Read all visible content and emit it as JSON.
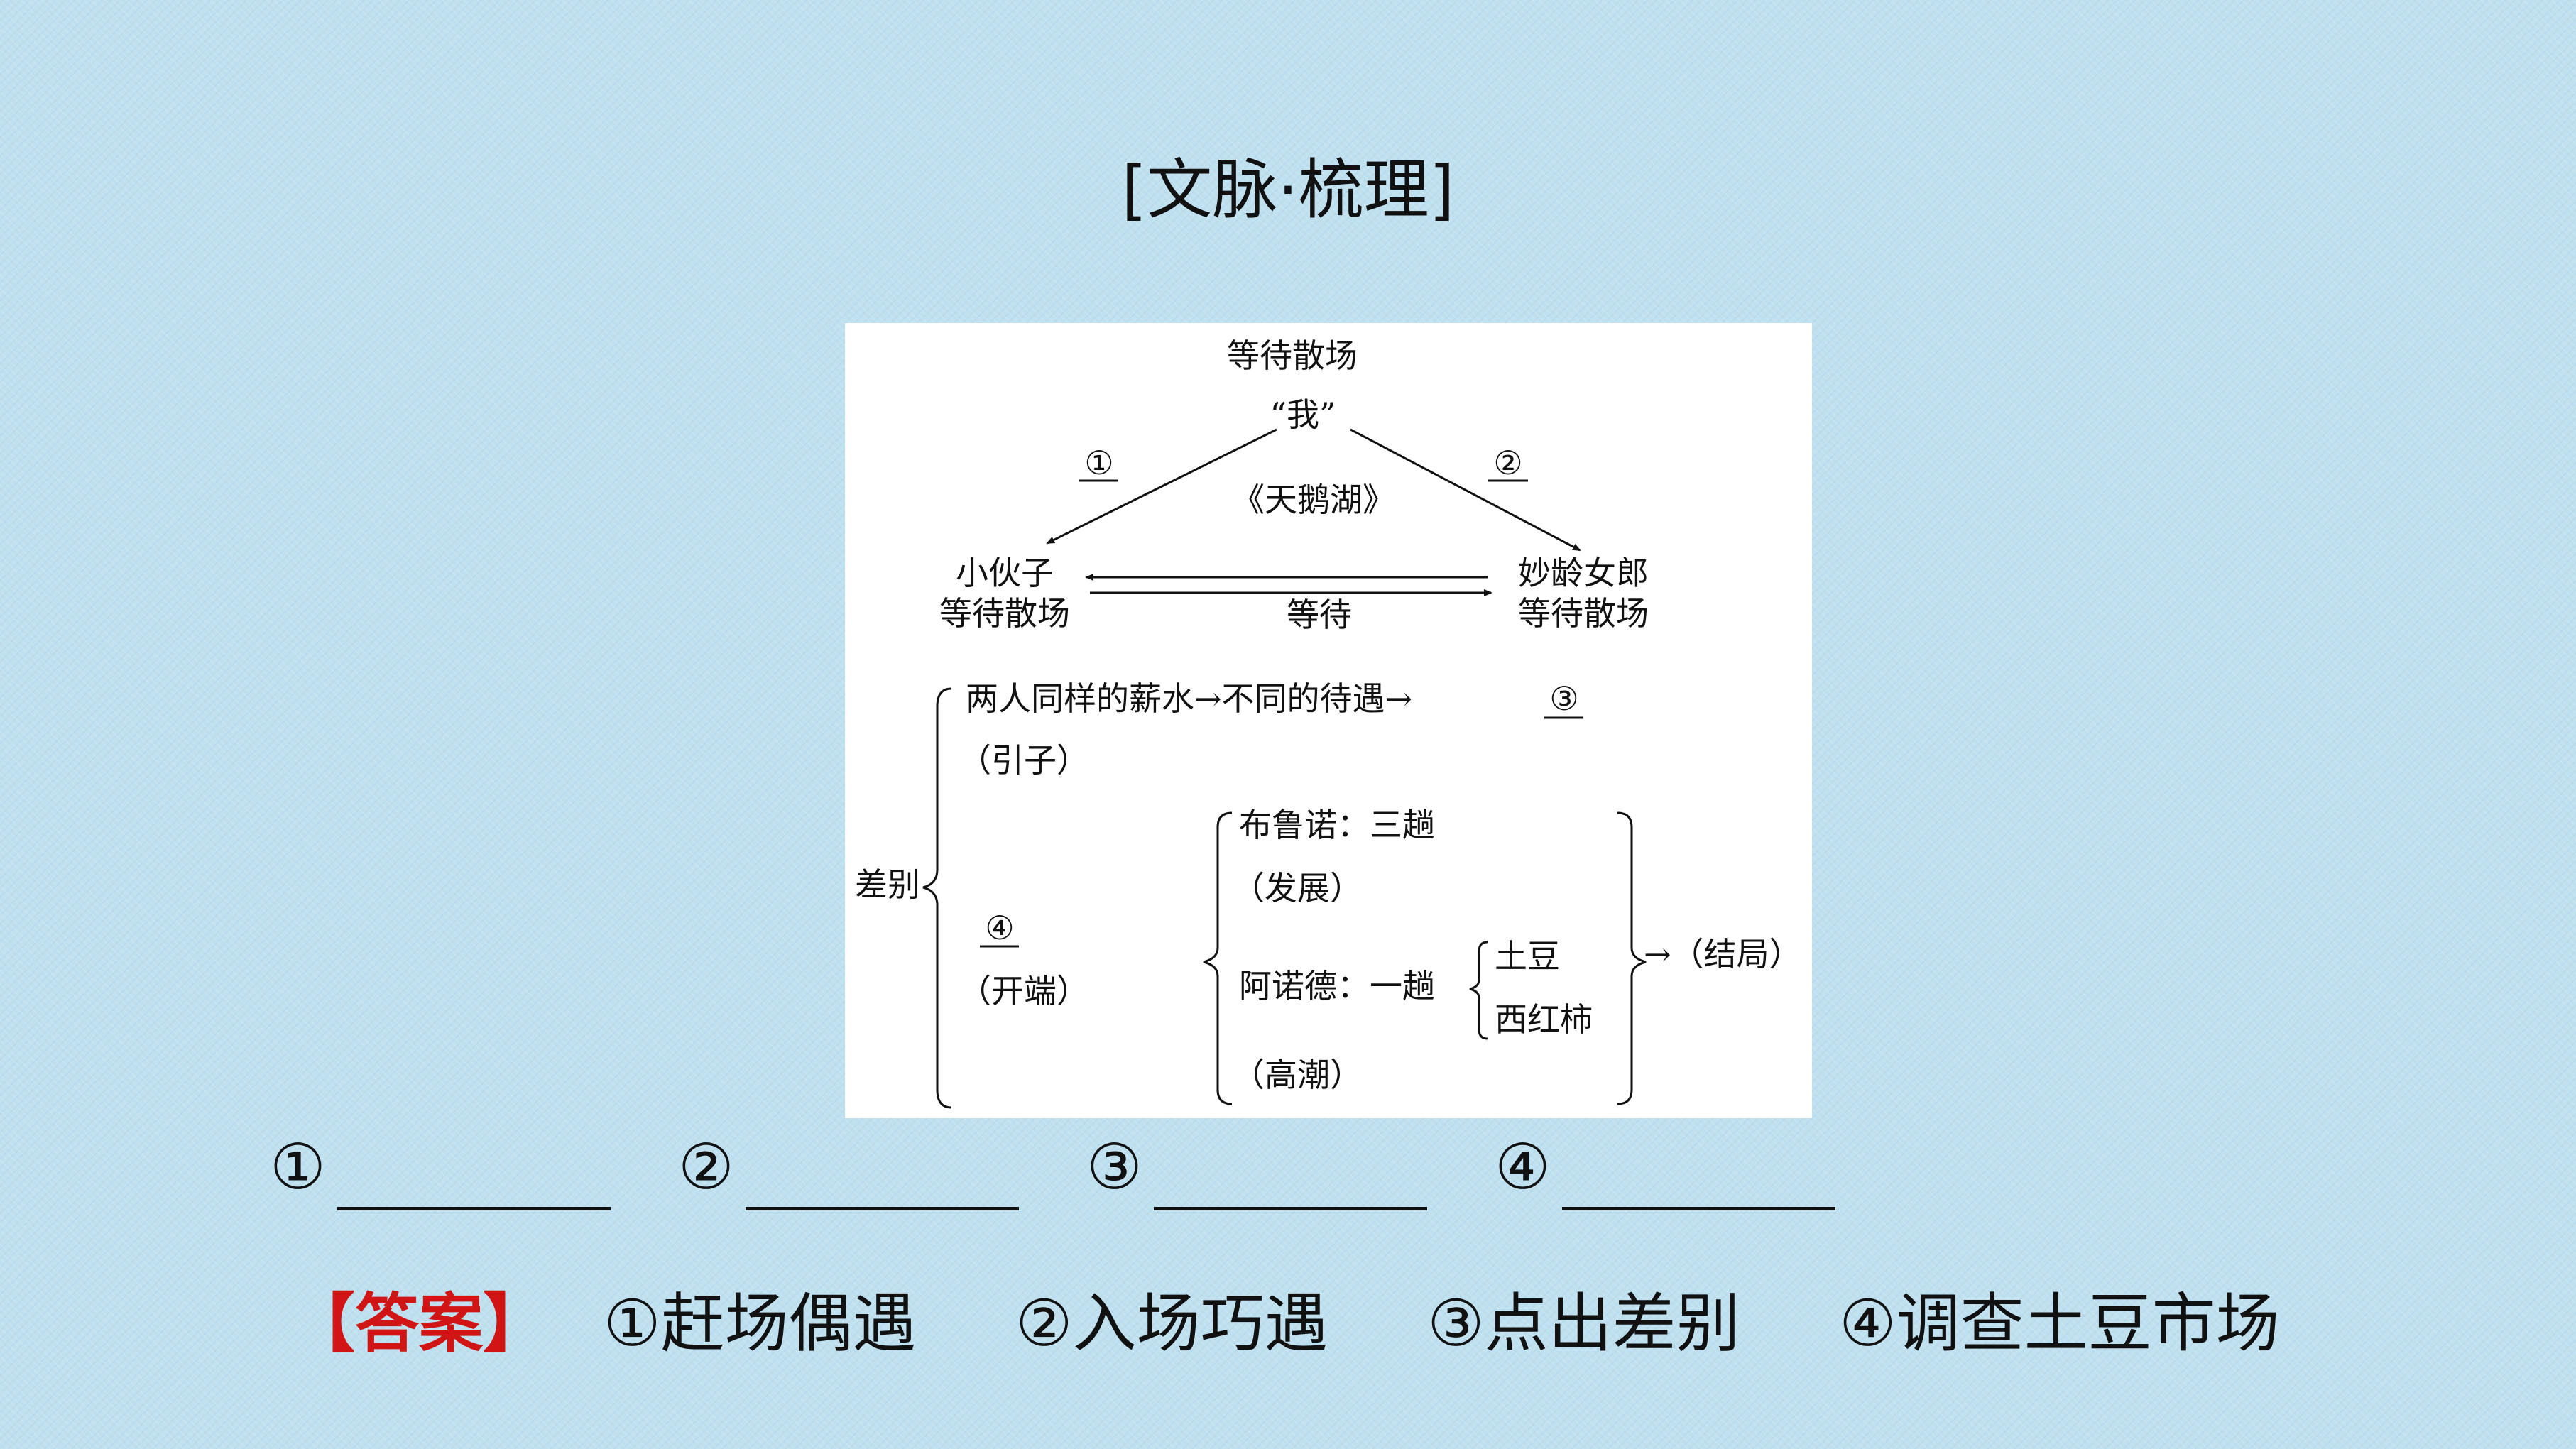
{
  "page": {
    "title": "[文脉·梳理]"
  },
  "diagram": {
    "top_label": "等待散场",
    "center_top": "“我”",
    "marker_1": "①",
    "marker_2": "②",
    "center_label": "《天鹅湖》",
    "left_node_line1": "小伙子",
    "left_node_line2": "等待散场",
    "right_node_line1": "妙龄女郎",
    "right_node_line2": "等待散场",
    "arrow_label": "等待",
    "brace_label": "差别",
    "row1_text": "两人同样的薪水→不同的待遇→",
    "marker_3": "③",
    "row1_sub": "（引子）",
    "marker_4": "④",
    "row2_sub": "（开端）",
    "bruno_line": "布鲁诺：三趟",
    "bruno_sub": "（发展）",
    "arnold_line": "阿诺德：一趟",
    "item_potato": "土豆",
    "item_tomato": "西红柿",
    "arnold_sub": "（高潮）",
    "ending": "→（结局）"
  },
  "blanks": [
    {
      "number": "①"
    },
    {
      "number": "②"
    },
    {
      "number": "③"
    },
    {
      "number": "④"
    }
  ],
  "answer": {
    "label": "【答案】",
    "items": [
      "①赶场偶遇",
      "②入场巧遇",
      "③点出差别",
      "④调查土豆市场"
    ]
  },
  "colors": {
    "background": "#bfe0ef",
    "answer_label": "#d11414",
    "text": "#111111"
  }
}
